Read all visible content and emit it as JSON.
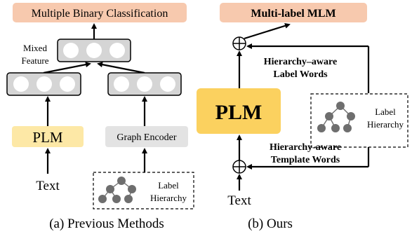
{
  "colors": {
    "top_box_fill": "#f7c9ae",
    "plm_left_fill": "#fde8a6",
    "plm_right_fill": "#fbd15f",
    "graph_encoder_fill": "#e3e3e3",
    "feature_box_fill": "#d5d5d5",
    "node_fill": "#6e6e6e",
    "stroke": "#000000"
  },
  "left": {
    "output_label": "Multiple Binary Classification",
    "mixed_feature_label_line1": "Mixed",
    "mixed_feature_label_line2": "Feature",
    "plm_label": "PLM",
    "graph_encoder_label": "Graph Encoder",
    "text_label": "Text",
    "hierarchy_label_line1": "Label",
    "hierarchy_label_line2": "Hierarchy",
    "caption": "(a) Previous Methods"
  },
  "right": {
    "output_label": "Multi-label MLM",
    "label_words_line1": "Hierarchy–aware",
    "label_words_line2": "Label Words",
    "plm_label": "PLM",
    "hierarchy_label_line1": "Label",
    "hierarchy_label_line2": "Hierarchy",
    "template_words_line1": "Hierarchy-aware",
    "template_words_line2": "Template Words",
    "text_label": "Text",
    "caption": "(b) Ours"
  }
}
